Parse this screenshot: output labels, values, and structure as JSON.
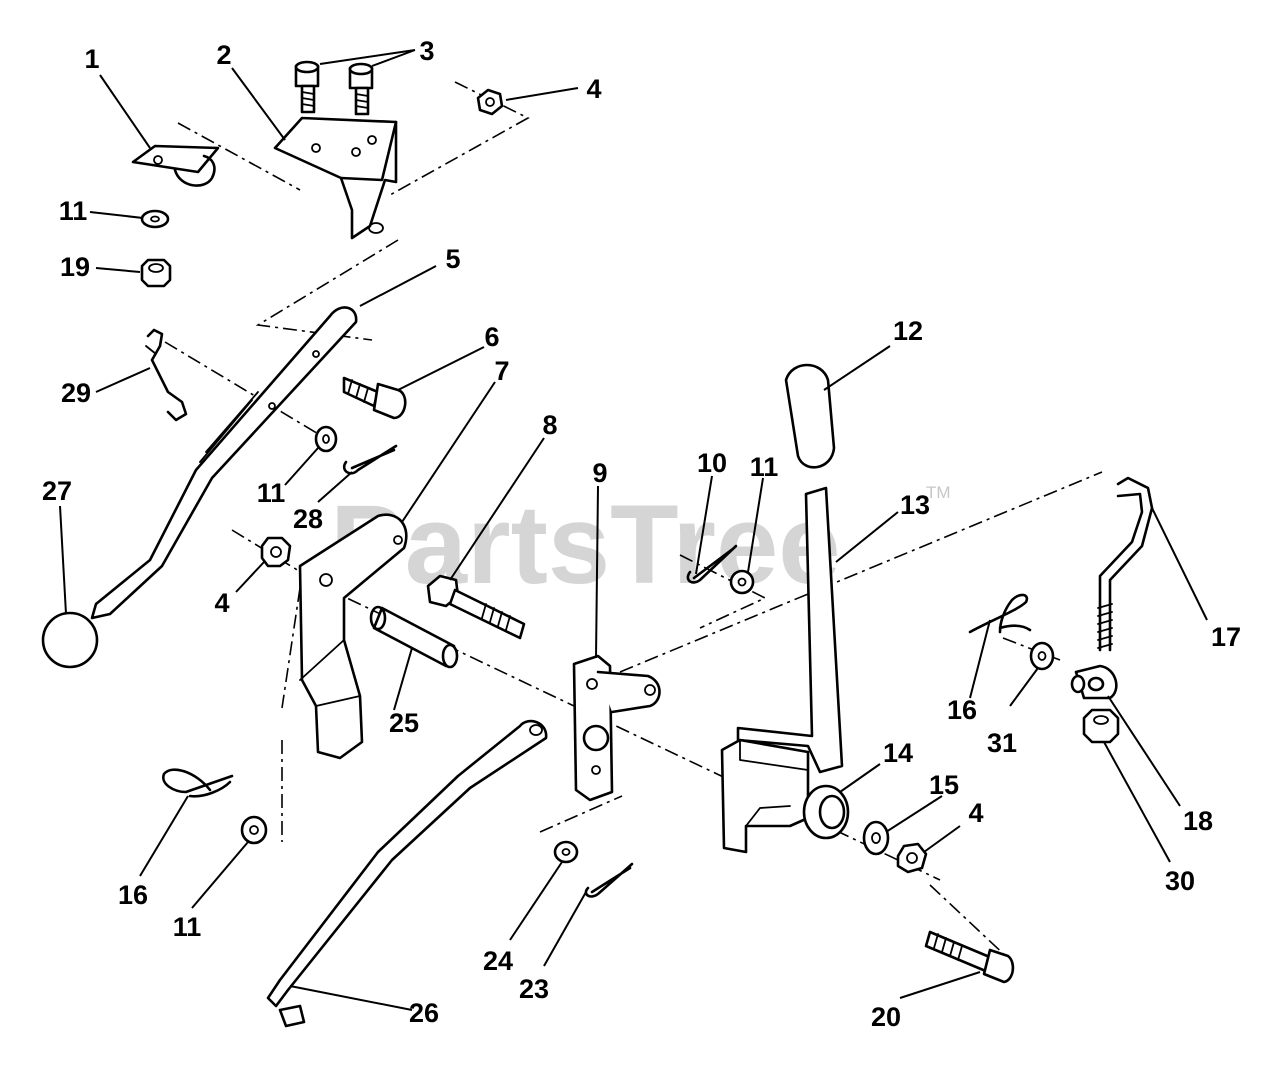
{
  "watermark": {
    "text": "PartsTree",
    "trademark": "TM"
  },
  "callouts": {
    "c1": "1",
    "c2": "2",
    "c3": "3",
    "c4a": "4",
    "c4b": "4",
    "c4c": "4",
    "c5": "5",
    "c6": "6",
    "c7": "7",
    "c8": "8",
    "c9": "9",
    "c10": "10",
    "c11a": "11",
    "c11b": "11",
    "c11c": "11",
    "c11d": "11",
    "c12": "12",
    "c13": "13",
    "c14": "14",
    "c15": "15",
    "c16a": "16",
    "c16b": "16",
    "c17": "17",
    "c18": "18",
    "c19": "19",
    "c20": "20",
    "c23": "23",
    "c24": "24",
    "c25": "25",
    "c26": "26",
    "c27": "27",
    "c28": "28",
    "c29": "29",
    "c30": "30",
    "c31": "31"
  }
}
